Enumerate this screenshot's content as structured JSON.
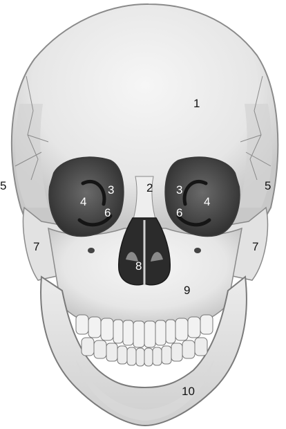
{
  "palette": {
    "bone": "#e9e9e9",
    "bone_shadow": "#b9b9b9",
    "outline": "#7a7a7a",
    "orbit_dark": "#4a4a4a",
    "cavity_dark": "#303030",
    "label_dark": "#111111",
    "label_light": "#ffffff"
  },
  "labels": {
    "l1": "1",
    "l2": "2",
    "l3_left": "3",
    "l3_right": "3",
    "l4_left": "4",
    "l4_right": "4",
    "l5_left": "5",
    "l5_right": "5",
    "l6_left": "6",
    "l6_right": "6",
    "l7_left": "7",
    "l7_right": "7",
    "l8": "8",
    "l9": "9",
    "l10": "10"
  }
}
